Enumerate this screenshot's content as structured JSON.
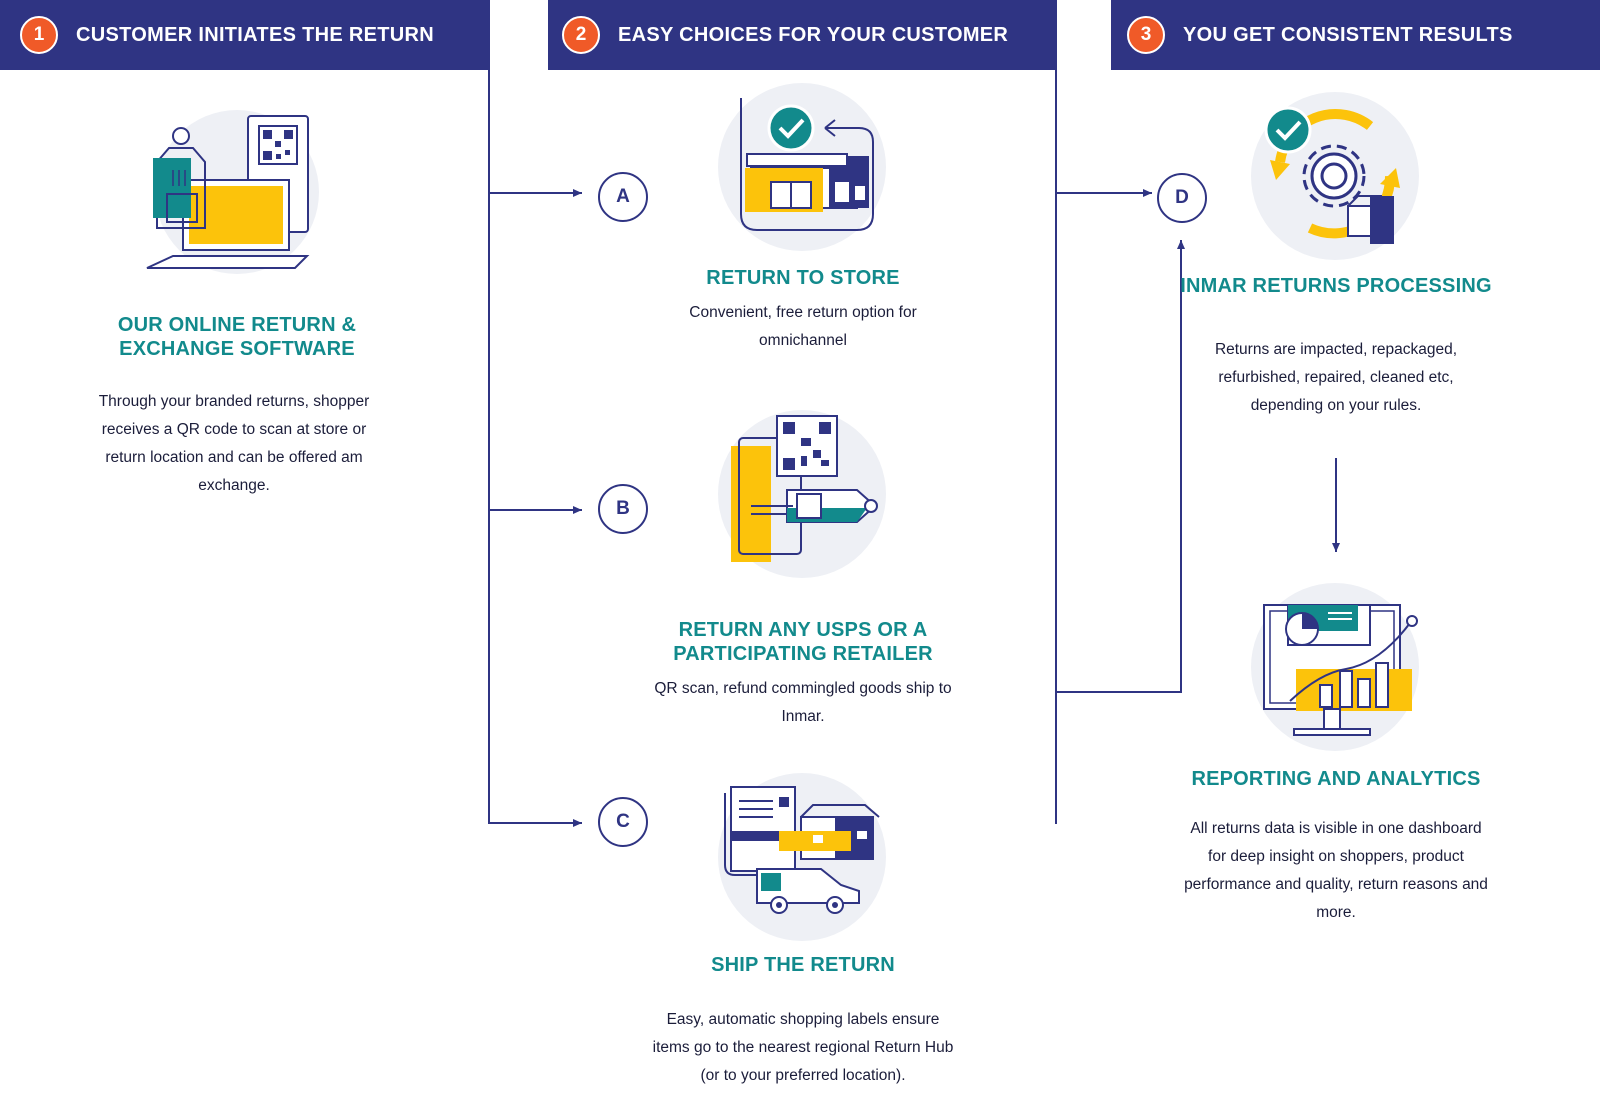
{
  "steps": [
    {
      "number": "1",
      "title": "CUSTOMER INITIATES THE RETURN"
    },
    {
      "number": "2",
      "title": "EASY CHOICES FOR YOUR CUSTOMER"
    },
    {
      "number": "3",
      "title": "YOU GET CONSISTENT RESULTS"
    }
  ],
  "software": {
    "title_line1": "OUR ONLINE RETURN &",
    "title_line2": "EXCHANGE SOFTWARE",
    "desc_lines": [
      "Through your branded returns, shopper",
      "receives a QR code to scan at store or",
      "return location and can be offered am",
      "exchange."
    ],
    "icon": "laptop-tag-qr-icon"
  },
  "options": [
    {
      "letter": "A",
      "title_lines": [
        "RETURN TO STORE"
      ],
      "desc_lines": [
        "Convenient, free return option for",
        "omnichannel"
      ],
      "icon": "storefront-check-icon"
    },
    {
      "letter": "B",
      "title_lines": [
        "RETURN ANY USPS OR A",
        "PARTICIPATING RETAILER"
      ],
      "desc_lines": [
        "QR scan, refund commingled goods ship to",
        "Inmar."
      ],
      "icon": "phone-qr-tag-icon"
    },
    {
      "letter": "C",
      "title_lines": [
        "SHIP THE RETURN"
      ],
      "desc_lines": [
        "Easy, automatic shopping labels ensure",
        "items go to the nearest regional Return Hub",
        "(or to your preferred location)."
      ],
      "icon": "label-box-van-icon"
    }
  ],
  "results": [
    {
      "letter": "D",
      "title": "INMAR RETURNS PROCESSING",
      "desc_lines": [
        "Returns are impacted, repackaged,",
        "refurbished, repaired, cleaned etc,",
        "depending on your rules."
      ],
      "icon": "gear-cycle-check-icon"
    },
    {
      "title": "REPORTING AND ANALYTICS",
      "desc_lines": [
        "All returns data is visible in one dashboard",
        "for deep insight on shoppers, product",
        "performance and quality, return reasons and",
        "more."
      ],
      "icon": "dashboard-monitor-icon"
    }
  ],
  "colors": {
    "navy": "#2f3483",
    "teal": "#128a8c",
    "yellow": "#fcc30b",
    "orange": "#f05a28",
    "circle_bg": "#eef0f5"
  }
}
